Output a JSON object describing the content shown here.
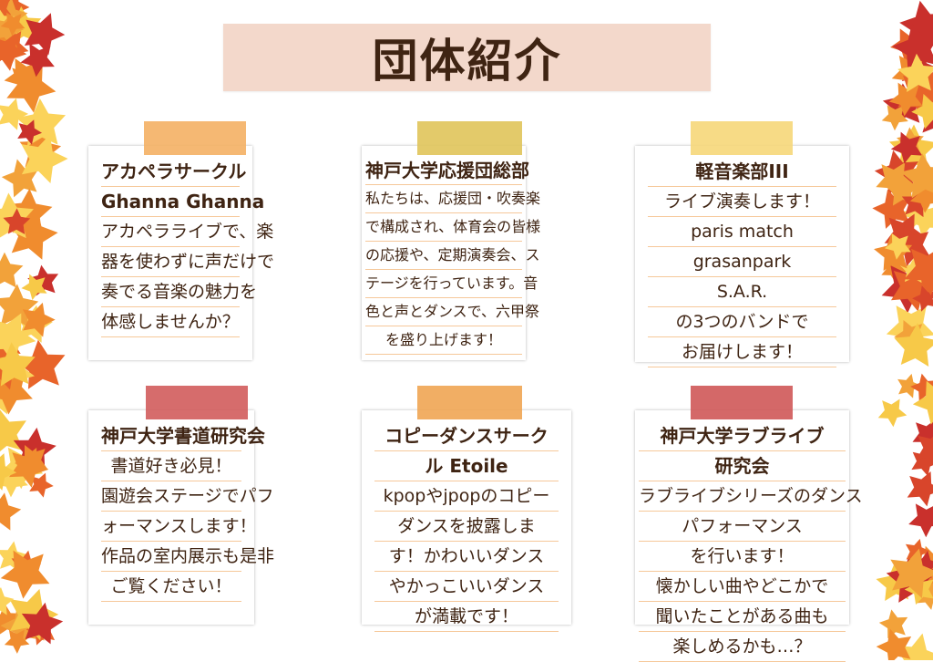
{
  "title": "団体紹介",
  "colors": {
    "text": "#3f2413",
    "banner": "#f3d8cb",
    "rule": "#f6c89a"
  },
  "cards": [
    {
      "title_lines": [
        "アカペラサークル",
        "Ghanna Ghanna"
      ],
      "body_lines": [
        "アカペラライブで、楽",
        "器を使わずに声だけで",
        "奏でる音楽の魅力を",
        "体感しませんか？"
      ],
      "tape_color": "#f4b064"
    },
    {
      "title_lines": [
        "神戸大学応援団総部"
      ],
      "body_lines": [
        "私たちは、応援団・吹奏楽",
        "で構成され、体育会の皆様",
        "の応援や、定期演奏会、ス",
        "テージを行っています。音",
        "色と声とダンスで、六甲祭",
        "を盛り上げます！"
      ],
      "tape_color": "#e0c45a"
    },
    {
      "title_lines": [
        "軽音楽部III"
      ],
      "body_lines": [
        "ライブ演奏します！",
        "paris match",
        "grasanpark",
        "S.A.R.",
        "の3つのバンドで",
        "お届けします！"
      ],
      "tape_color": "#f6d779"
    },
    {
      "title_lines": [
        "神戸大学書道研究会"
      ],
      "body_lines": [
        "書道好き必見！",
        "園遊会ステージでパフ",
        "ォーマンスします！",
        "作品の室内展示も是非",
        "ご覧ください！"
      ],
      "tape_color": "#d25c5c"
    },
    {
      "title_lines": [
        "コピーダンスサーク",
        "ル Etoile"
      ],
      "body_lines": [
        "kpopやjpopのコピー",
        "ダンスを披露しま",
        "す！かわいいダンス",
        "やかっこいいダンス",
        "が満載です！"
      ],
      "tape_color": "#f0a553"
    },
    {
      "title_lines": [
        "神戸大学ラブライブ",
        "研究会"
      ],
      "body_lines": [
        "ラブライブシリーズのダンス",
        "パフォーマンス",
        "を行います！",
        "懐かしい曲やどこかで",
        "聞いたことがある曲も",
        "楽しめるかも…？"
      ],
      "tape_color": "#cf5858"
    }
  ]
}
